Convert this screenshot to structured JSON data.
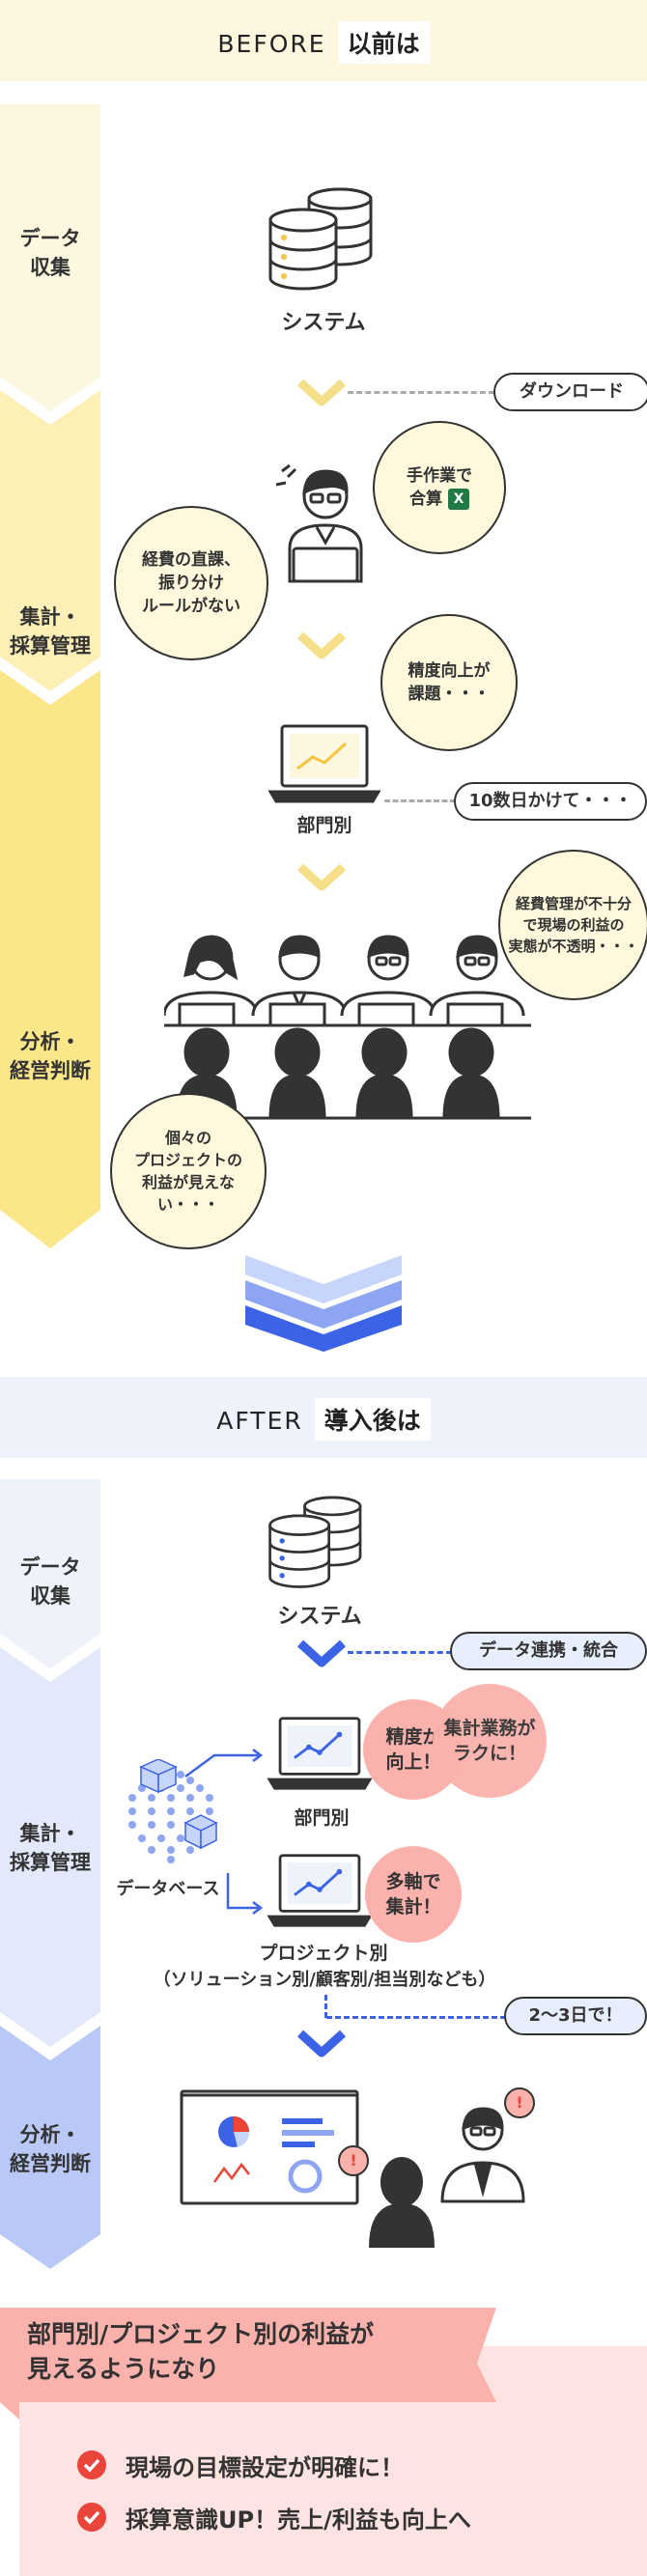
{
  "before": {
    "title": "BEFORE",
    "tag": "以前は",
    "stages": [
      {
        "line1": "データ",
        "line2": "収集"
      },
      {
        "line1": "集計・",
        "line2": "採算管理"
      },
      {
        "line1": "分析・",
        "line2": "経営判断"
      }
    ],
    "system_label": "システム",
    "download_label": "ダウンロード",
    "bubble_manual": {
      "line1": "手作業で",
      "line2": "合算"
    },
    "bubble_rules": {
      "line1": "経費の直課、",
      "line2": "振り分け",
      "line3": "ルールがない"
    },
    "bubble_accuracy": {
      "line1": "精度向上が",
      "line2": "課題・・・"
    },
    "department_label": "部門別",
    "days_label": "10数日かけて・・・",
    "bubble_opaque": {
      "line1": "経費管理が不十分",
      "line2": "で現場の利益の",
      "line3": "実態が不透明・・・"
    },
    "bubble_project": {
      "line1": "個々の",
      "line2": "プロジェクトの",
      "line3": "利益が見えない・・・"
    }
  },
  "after": {
    "title": "AFTER",
    "tag": "導入後は",
    "stages": [
      {
        "line1": "データ",
        "line2": "収集"
      },
      {
        "line1": "集計・",
        "line2": "採算管理"
      },
      {
        "line1": "分析・",
        "line2": "経営判断"
      }
    ],
    "system_label": "システム",
    "integration_label": "データ連携・統合",
    "database_label": "データベース",
    "pink_accuracy": {
      "line1": "精度が",
      "line2": "向上！"
    },
    "pink_easy": {
      "line1": "集計業務が",
      "line2": "ラクに！"
    },
    "department_label": "部門別",
    "pink_multi": {
      "line1": "多軸で",
      "line2": "集計！"
    },
    "project_label": "プロジェクト別",
    "project_sub": "（ソリューション別/顧客別/担当別なども）",
    "days_label": "2〜3日で！",
    "exclaim": "!"
  },
  "result": {
    "headline_line1": "部門別/プロジェクト別の利益が",
    "headline_line2": "見えるようになり",
    "items": [
      "現場の目標設定が明確に！",
      "採算意識UP！売上/利益も向上へ"
    ]
  },
  "colors": {
    "before_band": "#fdf7df",
    "before_rail": "#fcf0b6",
    "before_rail_dark": "#fce68a",
    "before_chevron": "#f5df88",
    "after_band": "#edf2fb",
    "after_rail": "#e3e9fa",
    "after_rail_dark": "#b9c8f7",
    "after_blue": "#3c63e6",
    "pink": "#fbb2ac",
    "result_bg": "#fde3e1",
    "result_head": "#fbb2ac",
    "check_red": "#e9453a"
  },
  "icons": [
    "database-icon",
    "person-icon",
    "laptop-icon",
    "excel-icon",
    "chevron-down-icon",
    "check-icon",
    "presentation-board-icon",
    "database-cube-icon"
  ]
}
